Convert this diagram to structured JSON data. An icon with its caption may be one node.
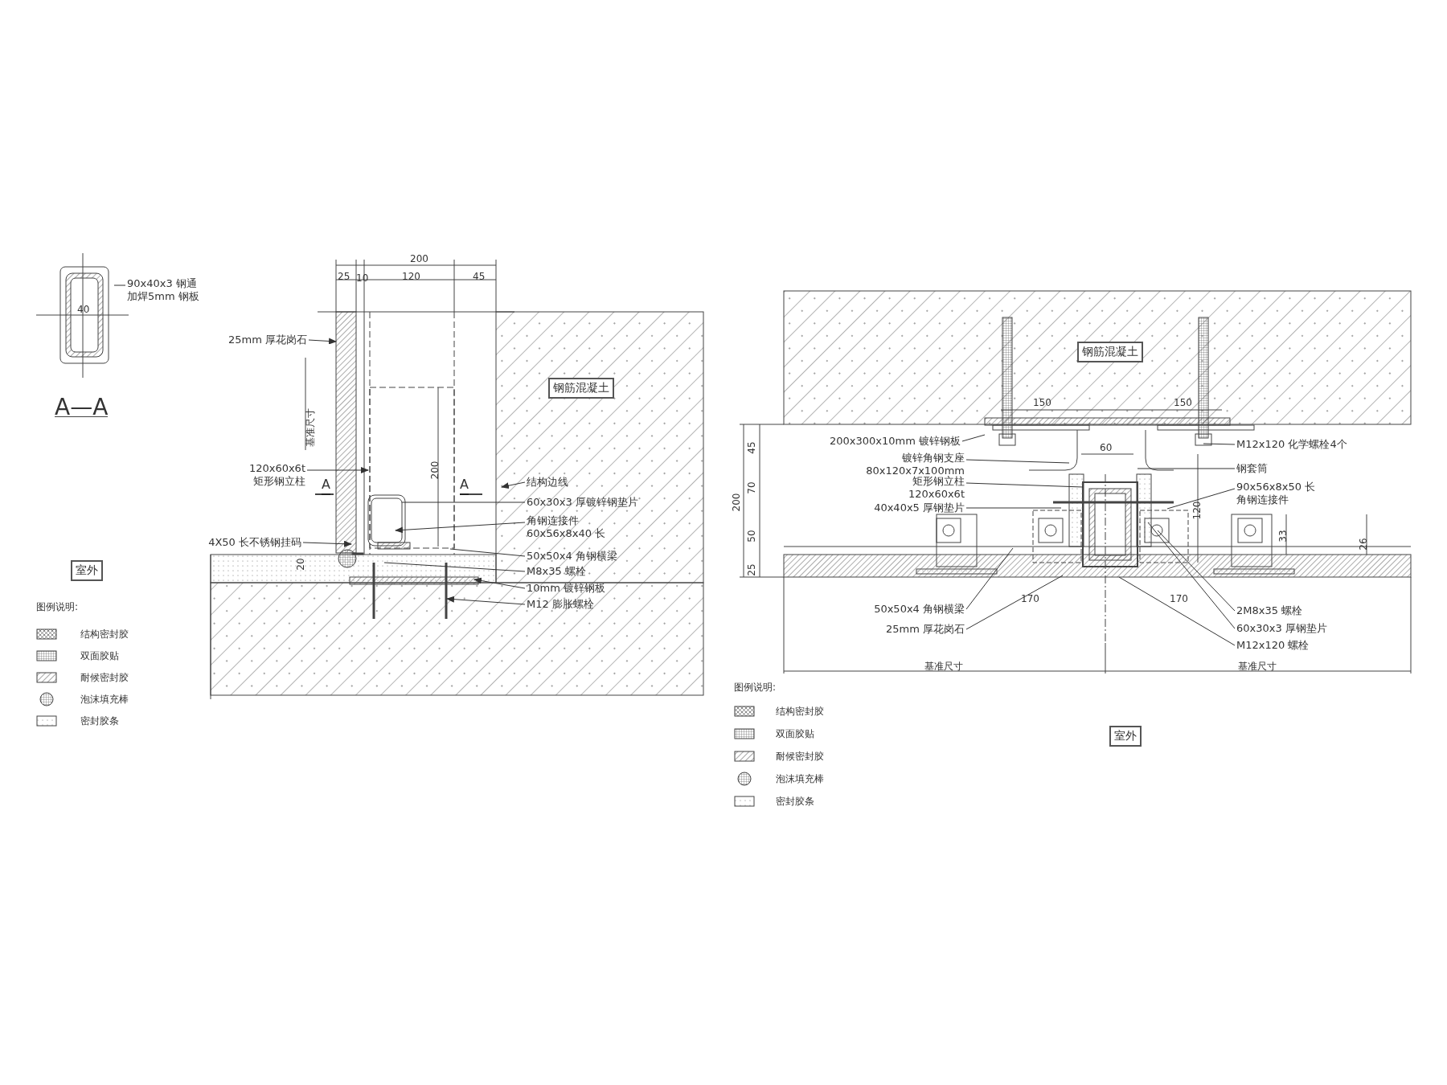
{
  "diagram": {
    "nodes": [
      {
        "text": [
          "90x40x3 钢通",
          "加焊5mm 钢板"
        ]
      },
      {
        "text": [
          "25mm 厚花岗石"
        ]
      },
      {
        "text": [
          "120x60x6t",
          "矩形钢立柱"
        ]
      },
      {
        "text": [
          "4X50 长不锈钢挂码"
        ]
      },
      {
        "text": [
          "结构边线"
        ]
      },
      {
        "text": [
          "60x30x3 厚镀锌钢垫片"
        ]
      },
      {
        "text": [
          "角钢连接件",
          "60x56x8x40 长"
        ]
      },
      {
        "text": [
          "50x50x4 角钢横梁"
        ]
      },
      {
        "text": [
          "M8x35 螺栓"
        ]
      },
      {
        "text": [
          "10mm 镀锌钢板"
        ]
      },
      {
        "text": [
          "M12 膨胀螺栓"
        ]
      },
      {
        "text": [
          "钢筋混凝土"
        ]
      },
      {
        "text": [
          "室外"
        ]
      },
      {
        "text": [
          "钢筋混凝土"
        ]
      },
      {
        "text": [
          "200x300x10mm 镀锌钢板"
        ]
      },
      {
        "text": [
          "镀锌角钢支座",
          "80x120x7x100mm"
        ]
      },
      {
        "text": [
          "矩形钢立柱",
          "120x60x6t"
        ]
      },
      {
        "text": [
          "40x40x5 厚钢垫片"
        ]
      },
      {
        "text": [
          "M12x120 化学螺栓4个"
        ]
      },
      {
        "text": [
          "钢套筒"
        ]
      },
      {
        "text": [
          "90x56x8x50 长",
          "角钢连接件"
        ]
      },
      {
        "text": [
          "50x50x4 角钢横梁"
        ]
      },
      {
        "text": [
          "25mm 厚花岗石"
        ]
      },
      {
        "text": [
          "2M8x35 螺栓"
        ]
      },
      {
        "text": [
          "60x30x3 厚钢垫片"
        ]
      },
      {
        "text": [
          "M12x120 螺栓"
        ]
      },
      {
        "text": [
          "室外"
        ]
      }
    ],
    "edges": [
      {
        "from": 0,
        "to": null,
        "arrow": "none"
      },
      {
        "from": 1,
        "to": null,
        "arrow": "to"
      },
      {
        "from": 2,
        "to": null,
        "arrow": "to"
      },
      {
        "from": 3,
        "to": null,
        "arrow": "to"
      },
      {
        "from": 4,
        "to": null,
        "arrow": "to"
      },
      {
        "from": 5,
        "to": null,
        "arrow": "none"
      },
      {
        "from": 6,
        "to": null,
        "arrow": "to"
      },
      {
        "from": 7,
        "to": null,
        "arrow": "none"
      },
      {
        "from": 8,
        "to": null,
        "arrow": "none"
      },
      {
        "from": 9,
        "to": null,
        "arrow": "to"
      },
      {
        "from": 10,
        "to": null,
        "arrow": "to"
      },
      {
        "from": 14,
        "to": null,
        "arrow": "none"
      },
      {
        "from": 15,
        "to": null,
        "arrow": "none"
      },
      {
        "from": 16,
        "to": null,
        "arrow": "none"
      },
      {
        "from": 17,
        "to": null,
        "arrow": "none"
      },
      {
        "from": 18,
        "to": null,
        "arrow": "none"
      },
      {
        "from": 19,
        "to": null,
        "arrow": "none"
      },
      {
        "from": 20,
        "to": null,
        "arrow": "none"
      },
      {
        "from": 21,
        "to": null,
        "arrow": "none"
      },
      {
        "from": 22,
        "to": null,
        "arrow": "none"
      },
      {
        "from": 23,
        "to": null,
        "arrow": "none"
      },
      {
        "from": 24,
        "to": null,
        "arrow": "none"
      },
      {
        "from": 25,
        "to": null,
        "arrow": "none"
      }
    ],
    "labels": [
      "200",
      "25",
      "10",
      "120",
      "45",
      "40",
      "A—A",
      "基准尺寸",
      "A",
      "200",
      "A",
      "20",
      "图例说明:",
      "150",
      "150",
      "45",
      "60",
      "70",
      "200",
      "120",
      "50",
      "33",
      "26",
      "25",
      "170",
      "170",
      "基准尺寸",
      "基准尺寸",
      "图例说明:"
    ],
    "legend": [
      {
        "text": "结构密封胶"
      },
      {
        "text": "双面胶贴"
      },
      {
        "text": "耐候密封胶"
      },
      {
        "text": "泡沫填充棒"
      },
      {
        "text": "密封胶条"
      },
      {
        "text": "结构密封胶"
      },
      {
        "text": "双面胶贴"
      },
      {
        "text": "耐候密封胶"
      },
      {
        "text": "泡沫填充棒"
      },
      {
        "text": "密封胶条"
      }
    ]
  }
}
